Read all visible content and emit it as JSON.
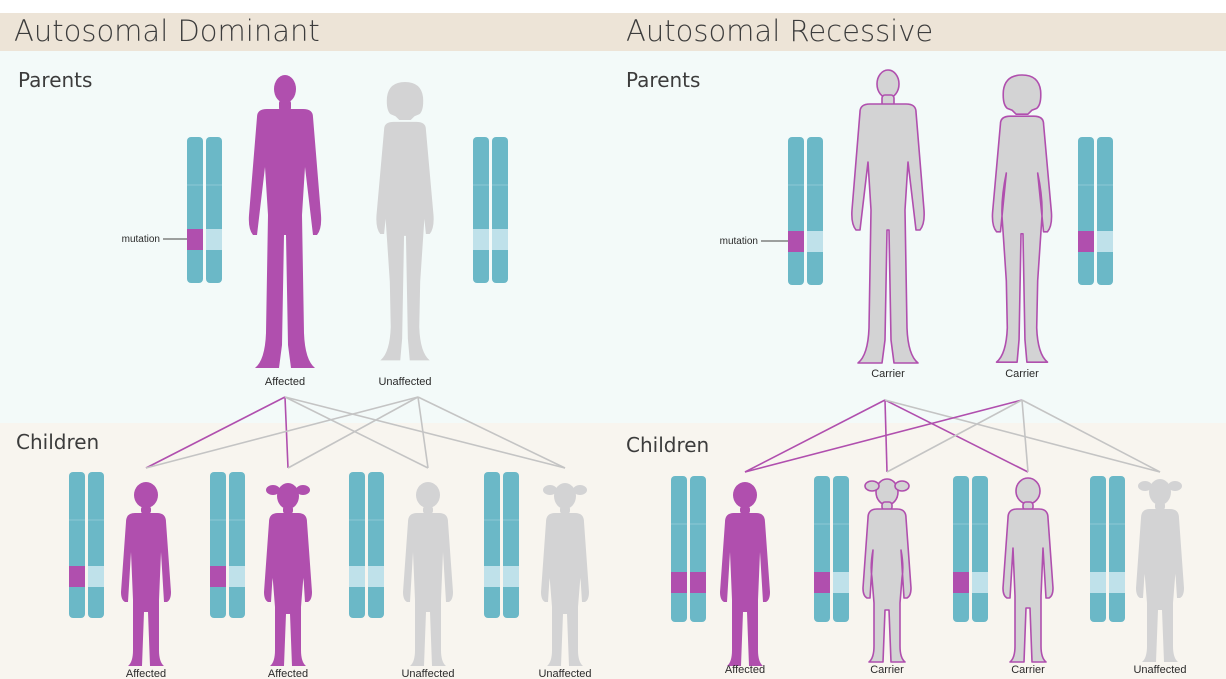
{
  "panels": {
    "dominant": {
      "title": "Autosomal Dominant",
      "parents_label": "Parents",
      "children_label": "Children",
      "mutation_callout": "mutation",
      "parents": [
        {
          "label": "Affected",
          "figure": "man",
          "status": "affected",
          "mutant_chromatids": [
            0
          ]
        },
        {
          "label": "Unaffected",
          "figure": "woman",
          "status": "unaffected",
          "mutant_chromatids": []
        }
      ],
      "children": [
        {
          "label": "Affected",
          "figure": "boy",
          "status": "affected",
          "mutant_chromatids": [
            0
          ]
        },
        {
          "label": "Affected",
          "figure": "girl",
          "status": "affected",
          "mutant_chromatids": [
            0
          ]
        },
        {
          "label": "Unaffected",
          "figure": "boy",
          "status": "unaffected",
          "mutant_chromatids": []
        },
        {
          "label": "Unaffected",
          "figure": "girl",
          "status": "unaffected",
          "mutant_chromatids": []
        }
      ]
    },
    "recessive": {
      "title": "Autosomal Recessive",
      "parents_label": "Parents",
      "children_label": "Children",
      "mutation_callout": "mutation",
      "parents": [
        {
          "label": "Carrier",
          "figure": "man",
          "status": "carrier",
          "mutant_chromatids": [
            0
          ]
        },
        {
          "label": "Carrier",
          "figure": "woman",
          "status": "carrier",
          "mutant_chromatids": [
            0
          ]
        }
      ],
      "children": [
        {
          "label": "Affected",
          "figure": "boy",
          "status": "affected",
          "mutant_chromatids": [
            0,
            1
          ]
        },
        {
          "label": "Carrier",
          "figure": "girl",
          "status": "carrier",
          "mutant_chromatids": [
            0
          ]
        },
        {
          "label": "Carrier",
          "figure": "boy",
          "status": "carrier",
          "mutant_chromatids": [
            0
          ]
        },
        {
          "label": "Unaffected",
          "figure": "girl",
          "status": "unaffected",
          "mutant_chromatids": []
        }
      ]
    }
  },
  "colors": {
    "affected": "#b04fae",
    "unaffected": "#d3d3d4",
    "carrier_fill": "#d3d3d4",
    "carrier_outline": "#b04fae",
    "chromosome": "#6bb8c7",
    "chromosome_band": "#bfe1ea",
    "mutation": "#b04fae",
    "header_bg": "#ede4d7",
    "parents_bg": "#f3faf9",
    "children_bg": "#f8f5ef",
    "inherit_line_affected": "#b04fae",
    "inherit_line_unaffected": "#c4c4c4"
  }
}
